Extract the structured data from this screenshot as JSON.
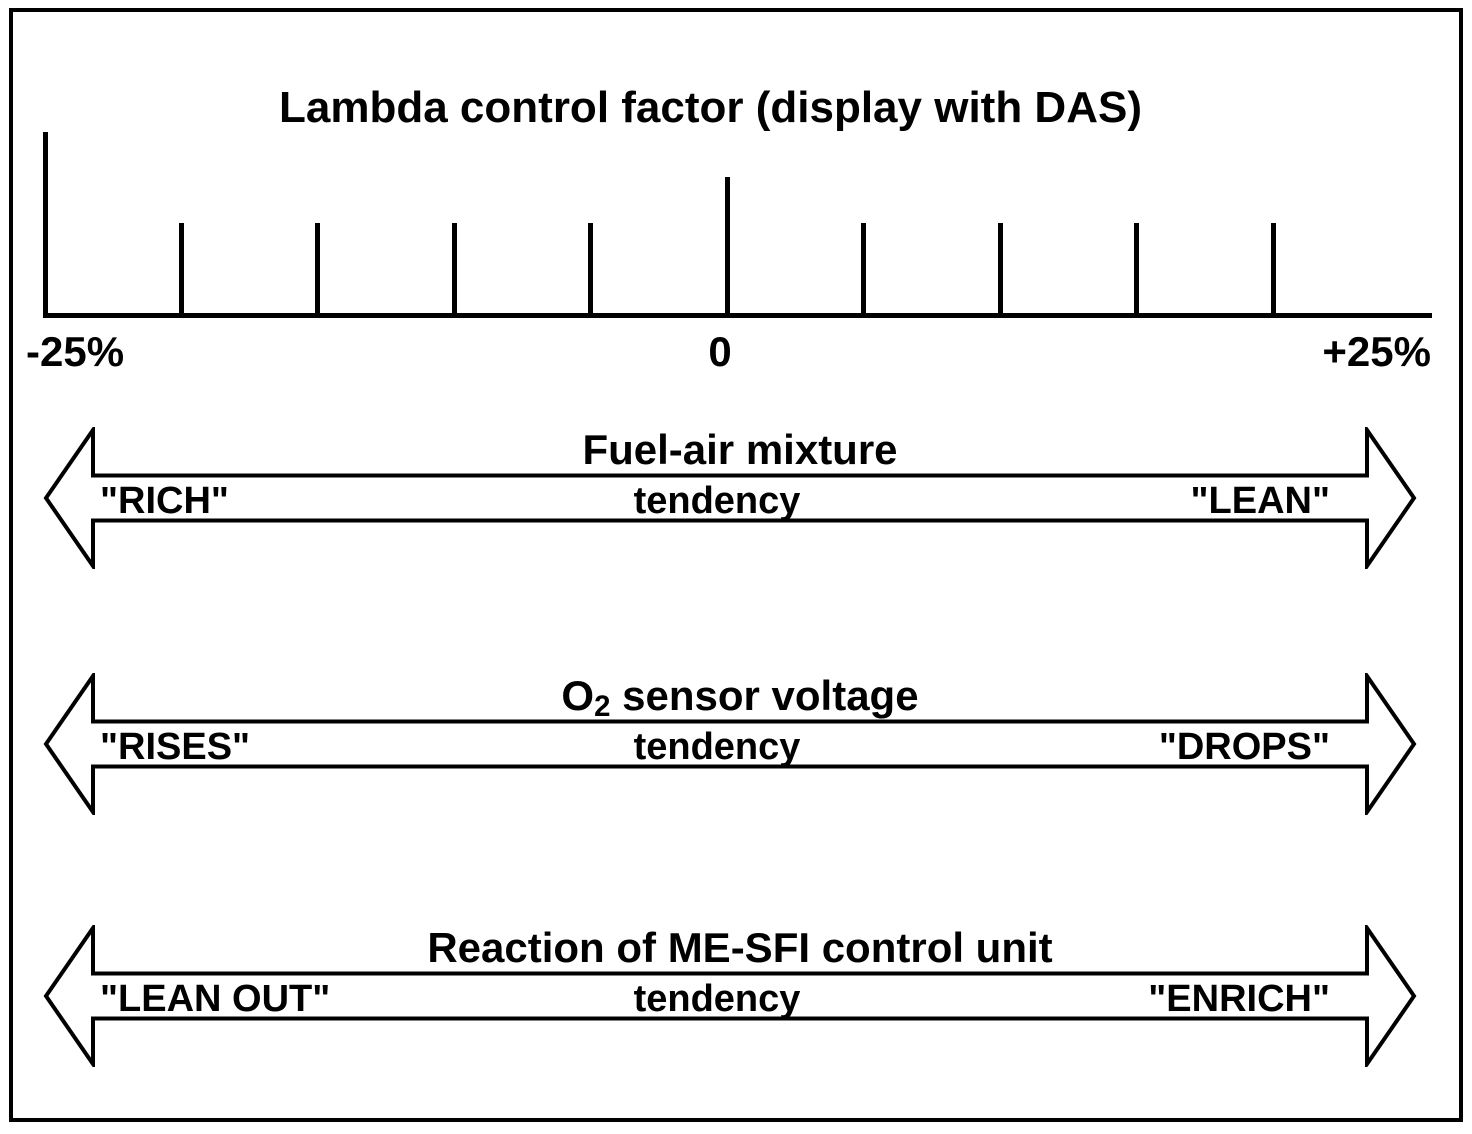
{
  "page": {
    "background": "#ffffff",
    "ink": "#000000"
  },
  "title": "Lambda control factor (display with DAS)",
  "scale": {
    "min_label": "-25%",
    "zero_label": "0",
    "max_label": "+25%",
    "range_percent": [
      -25,
      25
    ],
    "tick_step_percent": 5
  },
  "arrows": [
    {
      "title": "Fuel-air mixture",
      "left_label": "\"RICH\"",
      "center_label": "tendency",
      "right_label": "\"LEAN\""
    },
    {
      "title_base": "O",
      "title_subscript": "2",
      "title_rest": " sensor voltage",
      "left_label": "\"RISES\"",
      "center_label": "tendency",
      "right_label": "\"DROPS\""
    },
    {
      "title": "Reaction of ME-SFI control unit",
      "left_label": "\"LEAN OUT\"",
      "center_label": "tendency",
      "right_label": "\"ENRICH\""
    }
  ]
}
